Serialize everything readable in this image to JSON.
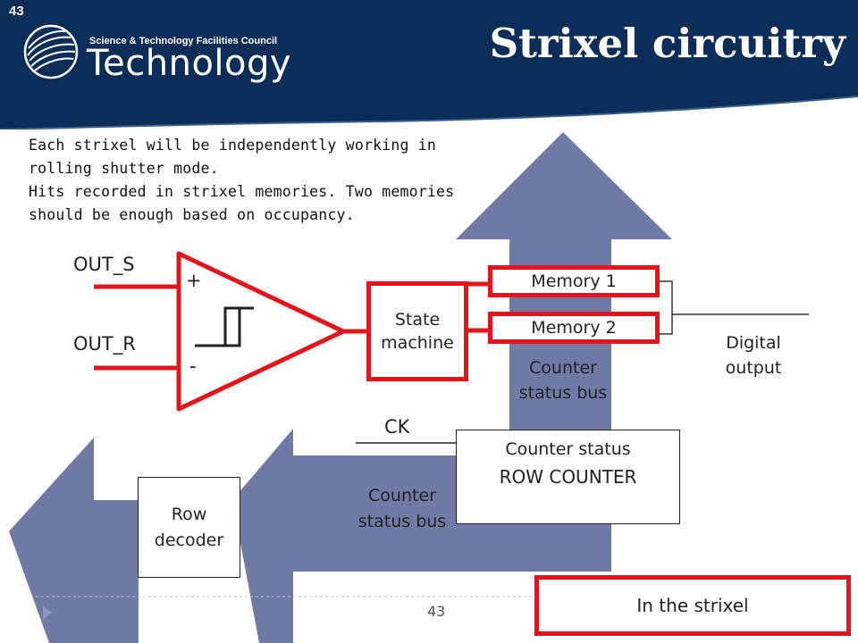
{
  "header": {
    "slide_number": "43",
    "org_name": "Science & Technology Facilities Council",
    "org_word": "Technology",
    "title": "Strixel circuitry"
  },
  "description": {
    "lines": [
      "Each strixel will be independently working in",
      "rolling shutter mode.",
      "Hits recorded in strixel memories. Two memories",
      "should be enough based on occupancy."
    ]
  },
  "diagram": {
    "out_s": "OUT_S",
    "out_r": "OUT_R",
    "plus": "+",
    "minus": "-",
    "state_machine_l1": "State",
    "state_machine_l2": "machine",
    "memory1": "Memory 1",
    "memory2": "Memory 2",
    "digital_output_l1": "Digital",
    "digital_output_l2": "output",
    "counter_bus_upper_l1": "Counter",
    "counter_bus_upper_l2": "status bus",
    "ck": "CK",
    "counter_status": "Counter status",
    "row_counter": "ROW COUNTER",
    "counter_bus_lower_l1": "Counter",
    "counter_bus_lower_l2": "status bus",
    "row_decoder_l1": "Row",
    "row_decoder_l2": "decoder",
    "legend": "In the strixel"
  },
  "footer": {
    "page_number": "43"
  },
  "colors": {
    "header_navy": "#0c2d58",
    "arrow_fill": "#6f7aa6",
    "highlight_red": "#e4141c"
  }
}
